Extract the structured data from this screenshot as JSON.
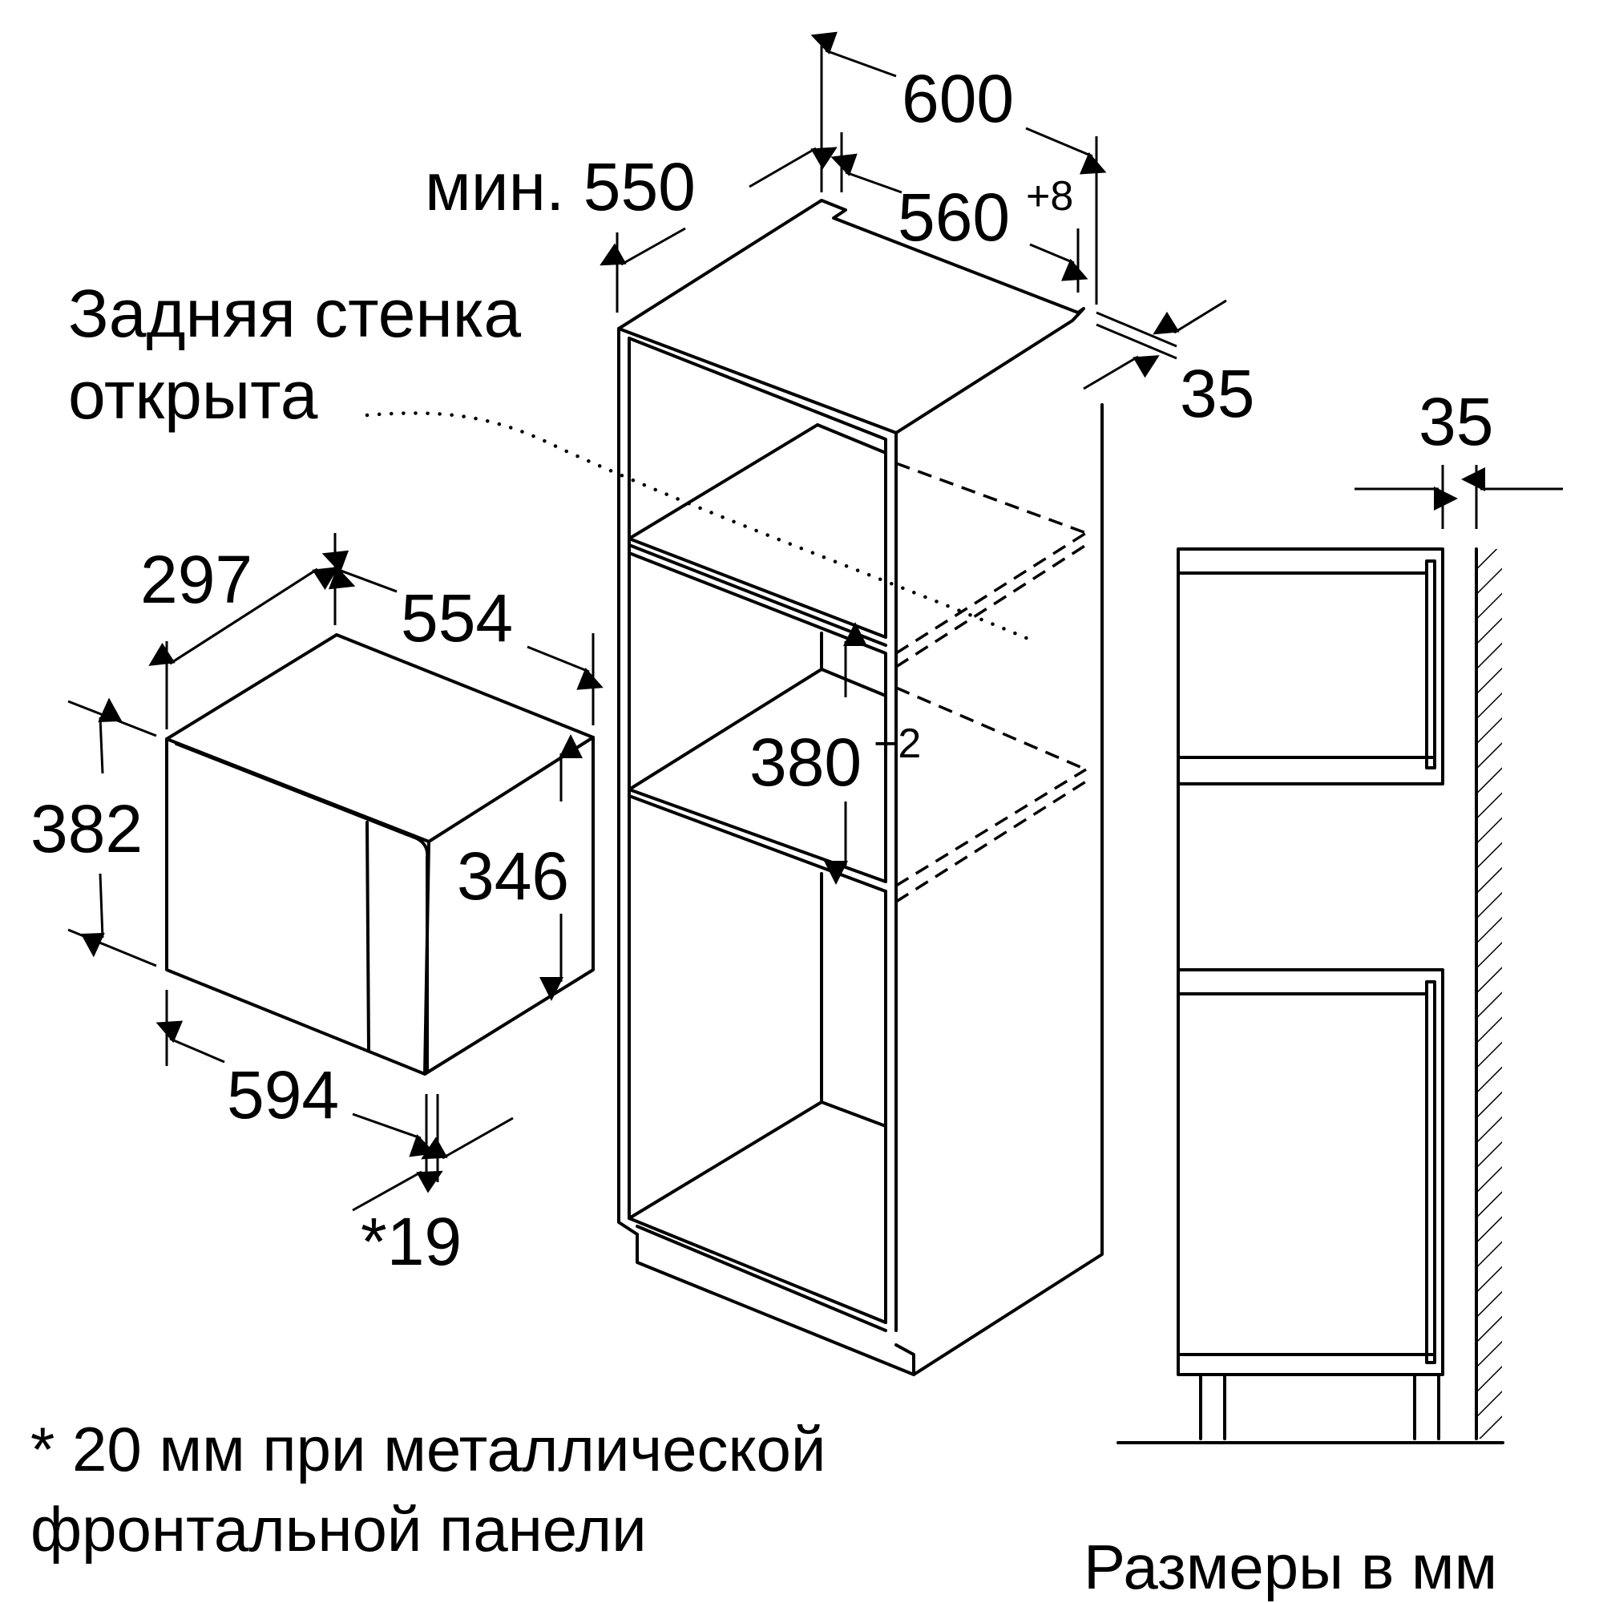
{
  "labels": {
    "rear_wall_line1": "Задняя стенка",
    "rear_wall_line2": "открыта",
    "min_depth": "мин. 550",
    "units": "Размеры в мм",
    "footnote_line1": "* 20 мм при металлической",
    "footnote_line2": "фронтальной панели"
  },
  "appliance": {
    "depth": "297",
    "side_depth": "554",
    "height": "382",
    "inner_height": "346",
    "width": "594",
    "front_offset": "*19"
  },
  "niche": {
    "cabinet_width": "600",
    "niche_width": "560",
    "niche_width_tol": "+8",
    "niche_height": "380",
    "niche_height_tol": "+2",
    "side_gap": "35"
  },
  "side_view": {
    "wall_gap": "35"
  }
}
